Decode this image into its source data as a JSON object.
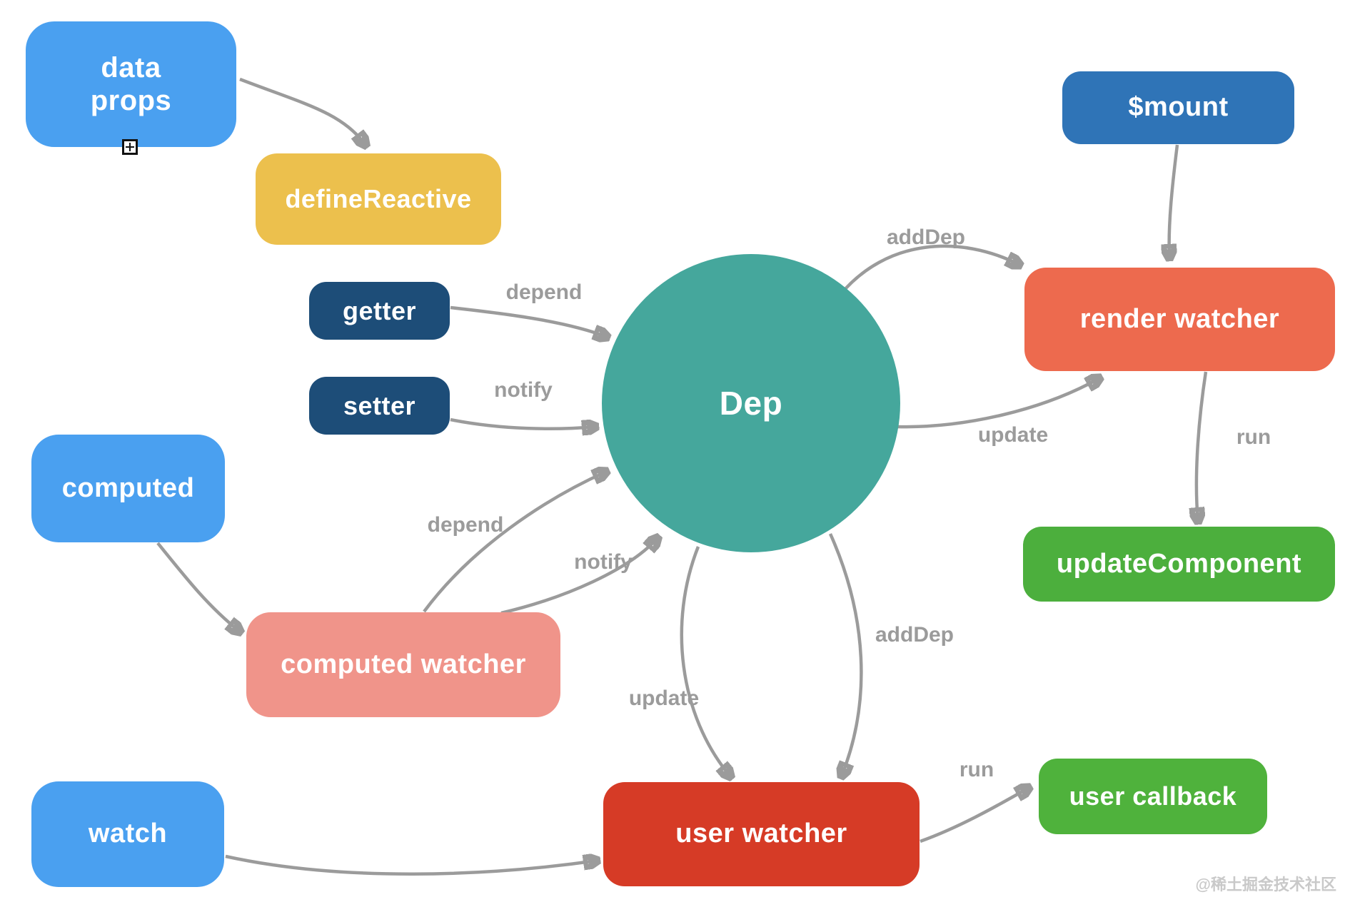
{
  "nodes": {
    "data_props": {
      "line1": "data",
      "line2": "props",
      "color": "#4aa0f0"
    },
    "define_reactive": {
      "label": "defineReactive",
      "color": "#ecc04d"
    },
    "getter": {
      "label": "getter",
      "color": "#1d4d78"
    },
    "setter": {
      "label": "setter",
      "color": "#1d4d78"
    },
    "computed": {
      "label": "computed",
      "color": "#4aa0f0"
    },
    "computed_watcher": {
      "label": "computed watcher",
      "color": "#f0948a"
    },
    "watch": {
      "label": "watch",
      "color": "#4aa0f0"
    },
    "dep": {
      "label": "Dep",
      "color": "#45a79c"
    },
    "mount": {
      "label": "$mount",
      "color": "#2f74b7"
    },
    "render_watcher": {
      "label": "render watcher",
      "color": "#ed6a4e"
    },
    "update_component": {
      "label": "updateComponent",
      "color": "#4caf3d"
    },
    "user_watcher": {
      "label": "user watcher",
      "color": "#d63b26"
    },
    "user_callback": {
      "label": "user callback",
      "color": "#4fb23c"
    }
  },
  "edge_labels": {
    "add_dep_top": "addDep",
    "depend_getter": "depend",
    "notify_setter": "notify",
    "depend_computed": "depend",
    "notify_computed": "notify",
    "update_render": "update",
    "run_render": "run",
    "add_dep_user": "addDep",
    "update_user": "update",
    "run_user": "run"
  },
  "edge_color": "#9b9b9b",
  "watermark": "@稀土掘金技术社区"
}
